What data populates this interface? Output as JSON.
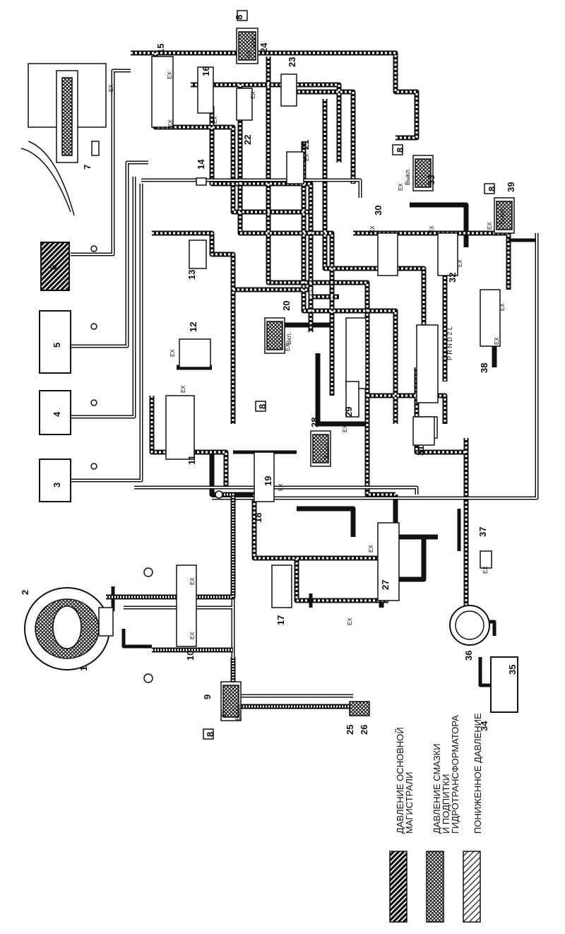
{
  "diagram": {
    "components": [
      "1",
      "2",
      "3",
      "4",
      "5",
      "6",
      "7",
      "8",
      "9",
      "10",
      "11",
      "12",
      "13",
      "14",
      "15",
      "16",
      "17",
      "18",
      "19",
      "20",
      "21",
      "22",
      "23",
      "24",
      "25",
      "26",
      "27",
      "28",
      "29",
      "30",
      "31",
      "32",
      "33",
      "34",
      "35",
      "36",
      "37",
      "38",
      "39"
    ],
    "exhaust_label": "EX",
    "switch_on": "Вкл.",
    "switch_off": "Выкл.",
    "gear_selector": "P R N D 2 L",
    "legend": [
      {
        "key": "main",
        "lines": [
          "ДАВЛЕНИЕ ОСНОВНОЙ",
          "МАГИСТРАЛИ"
        ],
        "pattern": "dense-hatch"
      },
      {
        "key": "lube",
        "lines": [
          "ДАВЛЕНИЕ СМАЗКИ",
          "И ПОДПИТКИ",
          "ГИДРОТРАНСФОРМАТОРА"
        ],
        "pattern": "cross-hatch"
      },
      {
        "key": "reduced",
        "lines": [
          "ПОНИЖЕННОЕ ДАВЛЕНИЕ"
        ],
        "pattern": "light-hatch"
      }
    ]
  }
}
